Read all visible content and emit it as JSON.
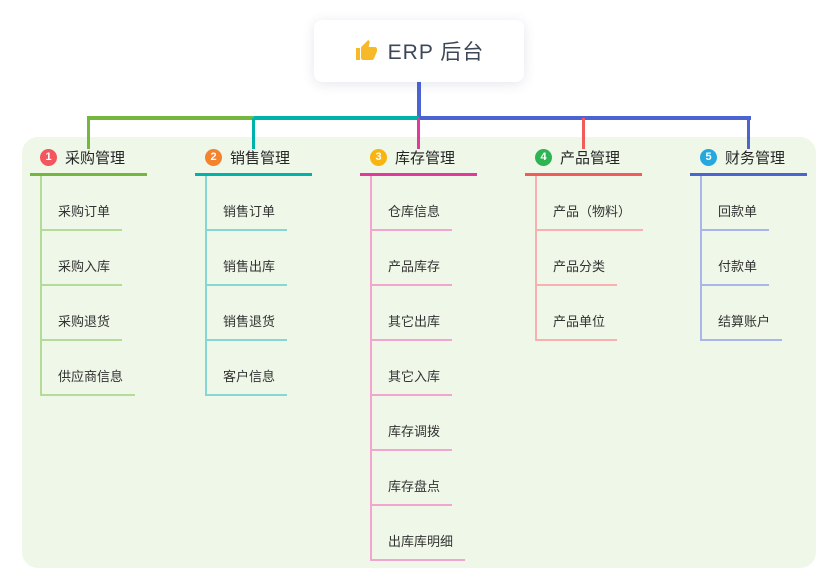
{
  "root": {
    "label": "ERP 后台",
    "icon": "thumbs-up-icon",
    "icon_color": "#f7b928",
    "stem_color": "#4c63d2"
  },
  "panel_color": "#eef7e8",
  "branches": [
    {
      "badge": "1",
      "title": "采购管理",
      "badge_color": "#f2565f",
      "line_color": "#74b73e",
      "light_color": "#b5db99",
      "items": [
        "采购订单",
        "采购入库",
        "采购退货",
        "供应商信息"
      ]
    },
    {
      "badge": "2",
      "title": "销售管理",
      "badge_color": "#f5822d",
      "line_color": "#00b2a9",
      "light_color": "#85d8d2",
      "items": [
        "销售订单",
        "销售出库",
        "销售退货",
        "客户信息"
      ]
    },
    {
      "badge": "3",
      "title": "库存管理",
      "badge_color": "#f8b411",
      "line_color": "#e03a9c",
      "light_color": "#f2a6cf",
      "items": [
        "仓库信息",
        "产品库存",
        "其它出库",
        "其它入库",
        "库存调拨",
        "库存盘点",
        "出库库明细"
      ]
    },
    {
      "badge": "4",
      "title": "产品管理",
      "badge_color": "#2fb453",
      "line_color": "#f25b5b",
      "light_color": "#f8b0b0",
      "items": [
        "产品（物料）",
        "产品分类",
        "产品单位"
      ]
    },
    {
      "badge": "5",
      "title": "财务管理",
      "badge_color": "#26a8de",
      "line_color": "#4c63d2",
      "light_color": "#a8b6ec",
      "items": [
        "回款单",
        "付款单",
        "结算账户"
      ]
    }
  ]
}
